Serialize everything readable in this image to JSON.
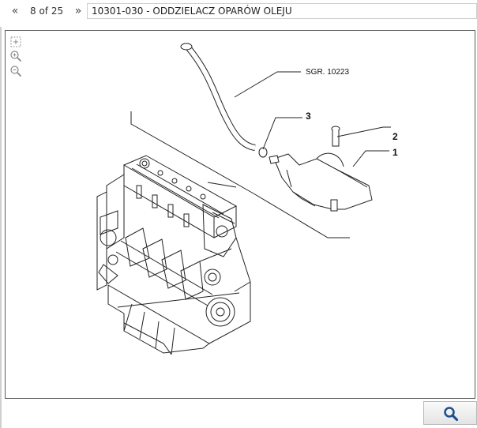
{
  "nav": {
    "prev_icon": "double-chevron-left-icon",
    "next_icon": "double-chevron-right-icon",
    "page_counter": "8 of 25",
    "title": "10301-030 - ODDZIELACZ OPARÓW OLEJU"
  },
  "viewer": {
    "tools": [
      "fit-to-page-icon",
      "zoom-in-icon",
      "zoom-out-icon"
    ],
    "diagram": {
      "ref_label": "SGR. 10223",
      "callouts": [
        "3",
        "2",
        "1"
      ]
    }
  },
  "search": {
    "icon": "search-icon",
    "accent_color": "#1f4f8f"
  }
}
